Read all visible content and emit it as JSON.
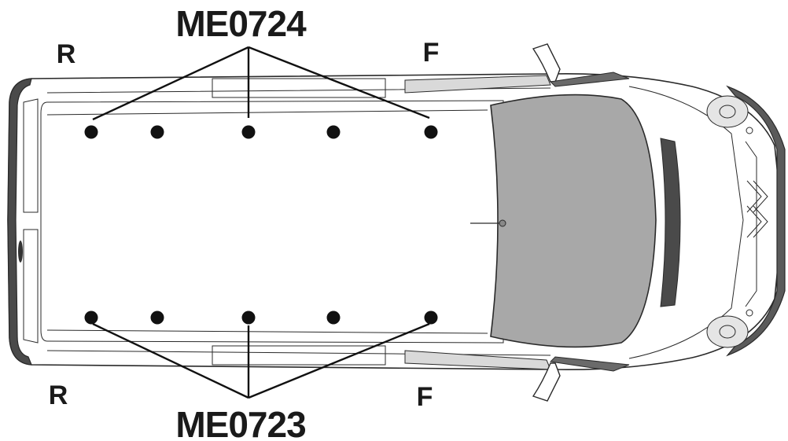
{
  "labels": {
    "top_code": "ME0724",
    "bottom_code": "ME0723",
    "rear_top": "R",
    "front_top": "F",
    "rear_bottom": "R",
    "front_bottom": "F"
  },
  "colors": {
    "hood": "#a8a8a8",
    "roof": "#ffffff",
    "dark_panel": "#4a4a4a",
    "trim": "#d9d9d9",
    "line": "#2a2a2a"
  }
}
